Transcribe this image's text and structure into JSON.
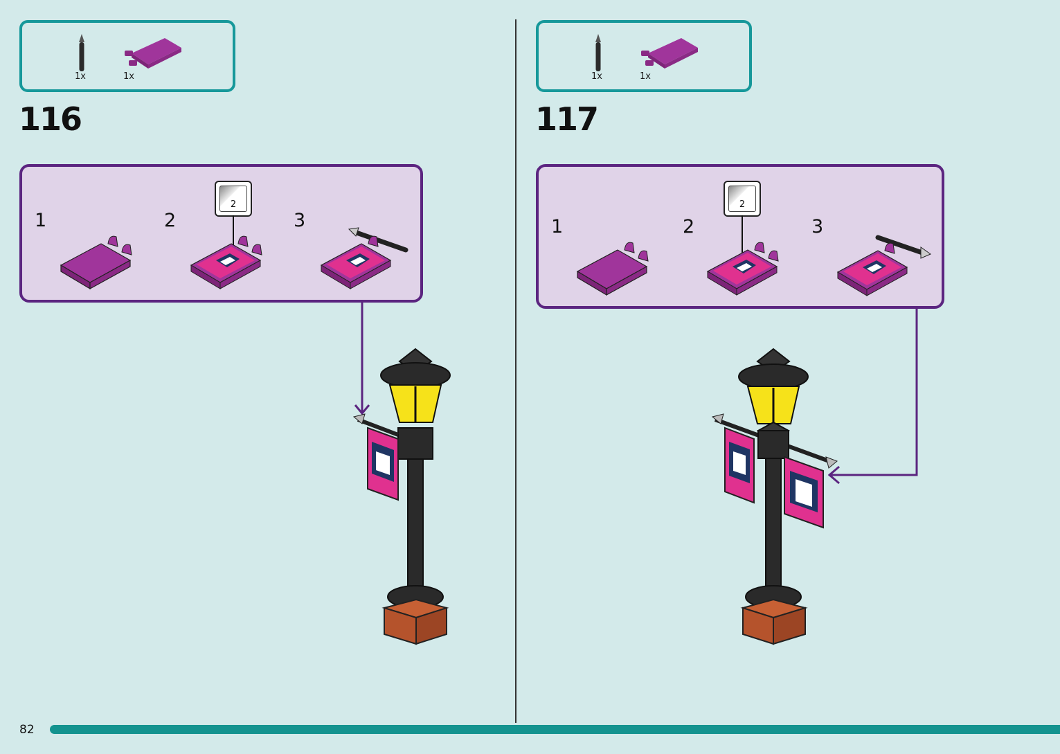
{
  "page_number": "82",
  "steps": [
    {
      "number": "116",
      "parts": [
        {
          "icon": "bar-piece-icon",
          "qty": "1x",
          "color": "#2b2b2b"
        },
        {
          "icon": "flag-tile-piece-icon",
          "qty": "1x",
          "color": "#a0359b"
        }
      ],
      "substeps": [
        {
          "label": "1"
        },
        {
          "label": "2",
          "sticker": "2"
        },
        {
          "label": "3"
        }
      ]
    },
    {
      "number": "117",
      "parts": [
        {
          "icon": "bar-piece-icon",
          "qty": "1x",
          "color": "#2b2b2b"
        },
        {
          "icon": "flag-tile-piece-icon",
          "qty": "1x",
          "color": "#a0359b"
        }
      ],
      "substeps": [
        {
          "label": "1"
        },
        {
          "label": "2",
          "sticker": "2"
        },
        {
          "label": "3"
        }
      ]
    }
  ],
  "colors": {
    "background": "#d3eaea",
    "parts_border": "#16989a",
    "substep_border": "#5b2580",
    "substep_fill": "#e0d3e8",
    "flag_magenta": "#a0359b",
    "banner_pink": "#e0318f",
    "lamp_black": "#2a2a2a",
    "lamp_glass": "#f6e21a",
    "base_brown": "#b5532c",
    "progress": "#13938f"
  }
}
